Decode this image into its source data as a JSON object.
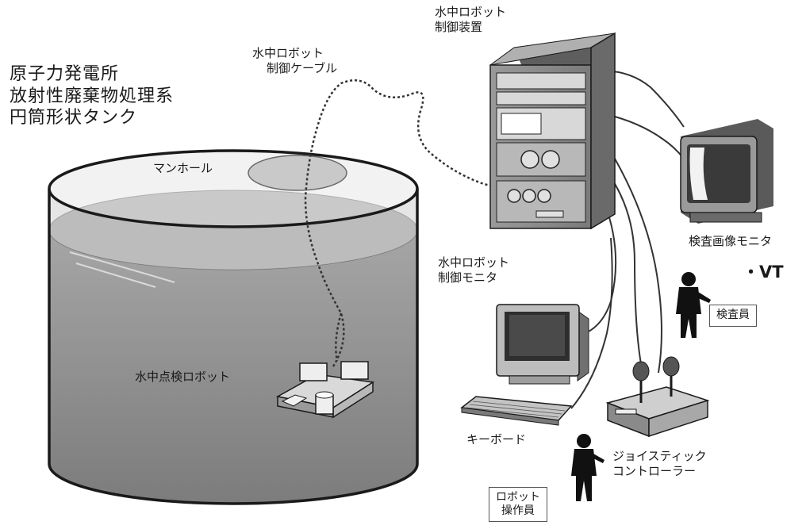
{
  "facility": {
    "line1": "原子力発電所",
    "line2": "放射性廃棄物処理系",
    "line3": "円筒形状タンク"
  },
  "labels": {
    "manhole": "マンホール",
    "cable_line1": "水中ロボット",
    "cable_line2": "制御ケーブル",
    "controller_line1": "水中ロボット",
    "controller_line2": "制御装置",
    "inspection_monitor": "検査画像モニタ",
    "vt": "・VT",
    "inspector": "検査員",
    "control_monitor_line1": "水中ロボット",
    "control_monitor_line2": "制御モニタ",
    "robot": "水中点検ロボット",
    "keyboard": "キーボード",
    "joystick_line1": "ジョイスティック",
    "joystick_line2": "コントローラー",
    "operator_line1": "ロボット",
    "operator_line2": "操作員"
  },
  "colors": {
    "water": "#8f8f8f",
    "water_surface": "#9c9c9c",
    "cabinet": "#8a8a8a",
    "outline": "#1a1a1a"
  }
}
